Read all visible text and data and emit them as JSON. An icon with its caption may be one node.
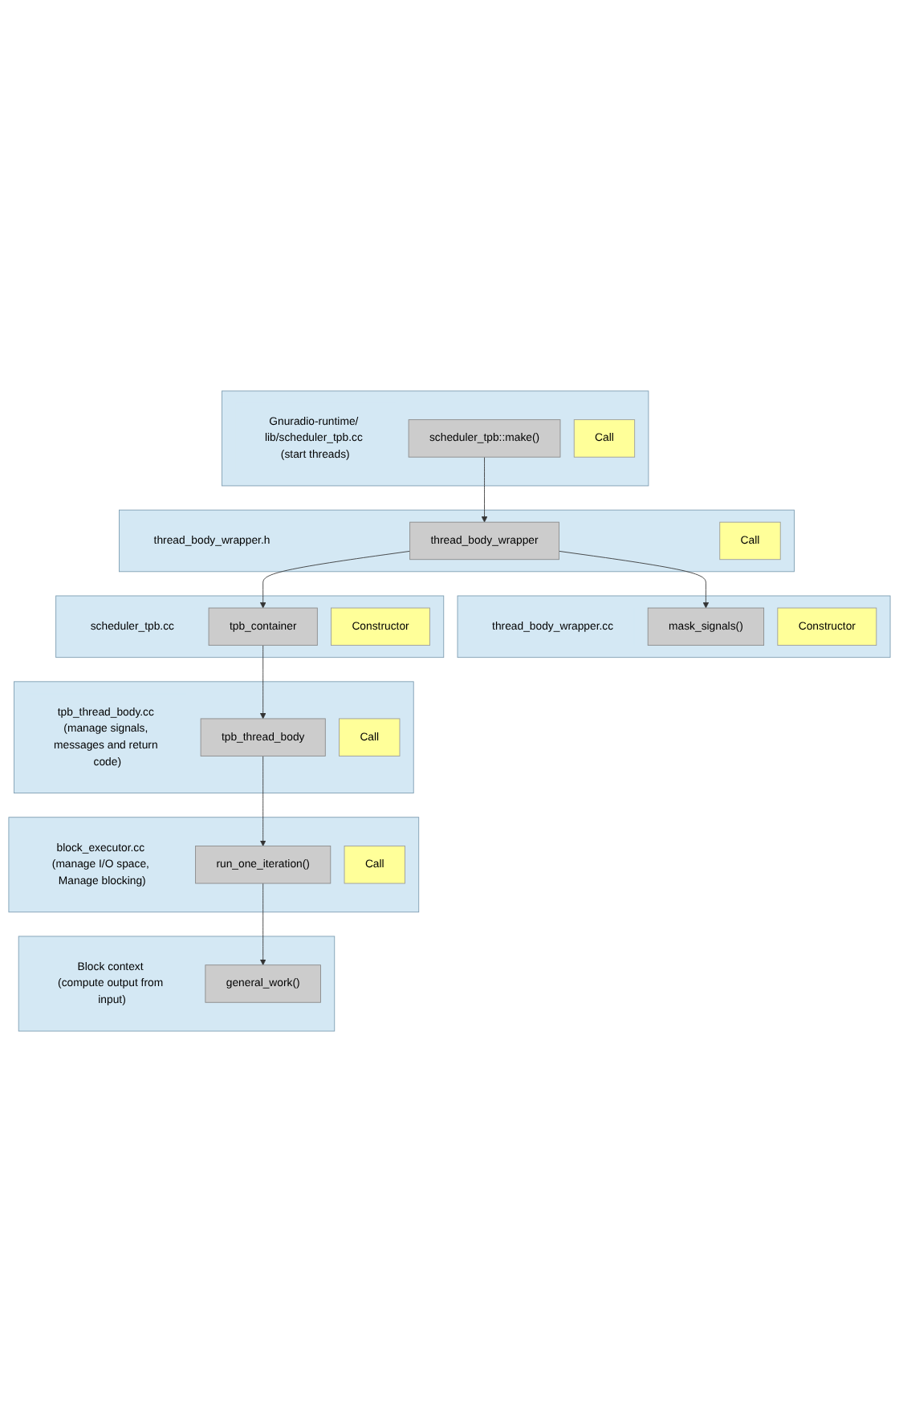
{
  "diagram": {
    "nodes": [
      {
        "text": [
          "Gnuradio-runtime/ lib/scheduler_tpb.cc (start threads)"
        ]
      },
      {
        "text": [
          "scheduler_tpb::make()"
        ],
        "in": 0
      },
      {
        "text": [
          "Call"
        ],
        "in": 0
      },
      {
        "text": [
          "thread_body_wrapper.h"
        ]
      },
      {
        "text": [
          "thread_body_wrapper"
        ],
        "in": 3
      },
      {
        "text": [
          "Call"
        ],
        "in": 3
      },
      {
        "text": [
          "thread_body_wrapper.cc"
        ]
      },
      {
        "text": [
          "mask_signals()"
        ],
        "in": 6
      },
      {
        "text": [
          "Constructor"
        ],
        "in": 6
      },
      {
        "text": [
          "scheduler_tpb.cc"
        ]
      },
      {
        "text": [
          "tpb_container"
        ],
        "in": 9
      },
      {
        "text": [
          "Constructor"
        ],
        "in": 9
      },
      {
        "text": [
          "tpb_thread_body.cc (manage signals, messages and return code)"
        ]
      },
      {
        "text": [
          "tpb_thread_body"
        ],
        "in": 12
      },
      {
        "text": [
          "Call"
        ],
        "in": 12
      },
      {
        "text": [
          "block_executor.cc (manage I/O space, Manage blocking)"
        ]
      },
      {
        "text": [
          "run_one_iteration()"
        ],
        "in": 15
      },
      {
        "text": [
          "Call"
        ],
        "in": 15
      },
      {
        "text": [
          "Block context (compute output from input)"
        ]
      },
      {
        "text": [
          "general_work()"
        ],
        "in": 18
      }
    ],
    "edges": [
      {
        "from": 1,
        "to": 4,
        "arrow": "to"
      },
      {
        "from": 4,
        "to": 7,
        "arrow": "to"
      },
      {
        "from": 4,
        "to": 10,
        "arrow": "to"
      },
      {
        "from": 10,
        "to": 13,
        "arrow": "to"
      },
      {
        "from": 13,
        "to": 16,
        "arrow": "to"
      },
      {
        "from": 16,
        "to": 19,
        "arrow": "to"
      }
    ]
  }
}
